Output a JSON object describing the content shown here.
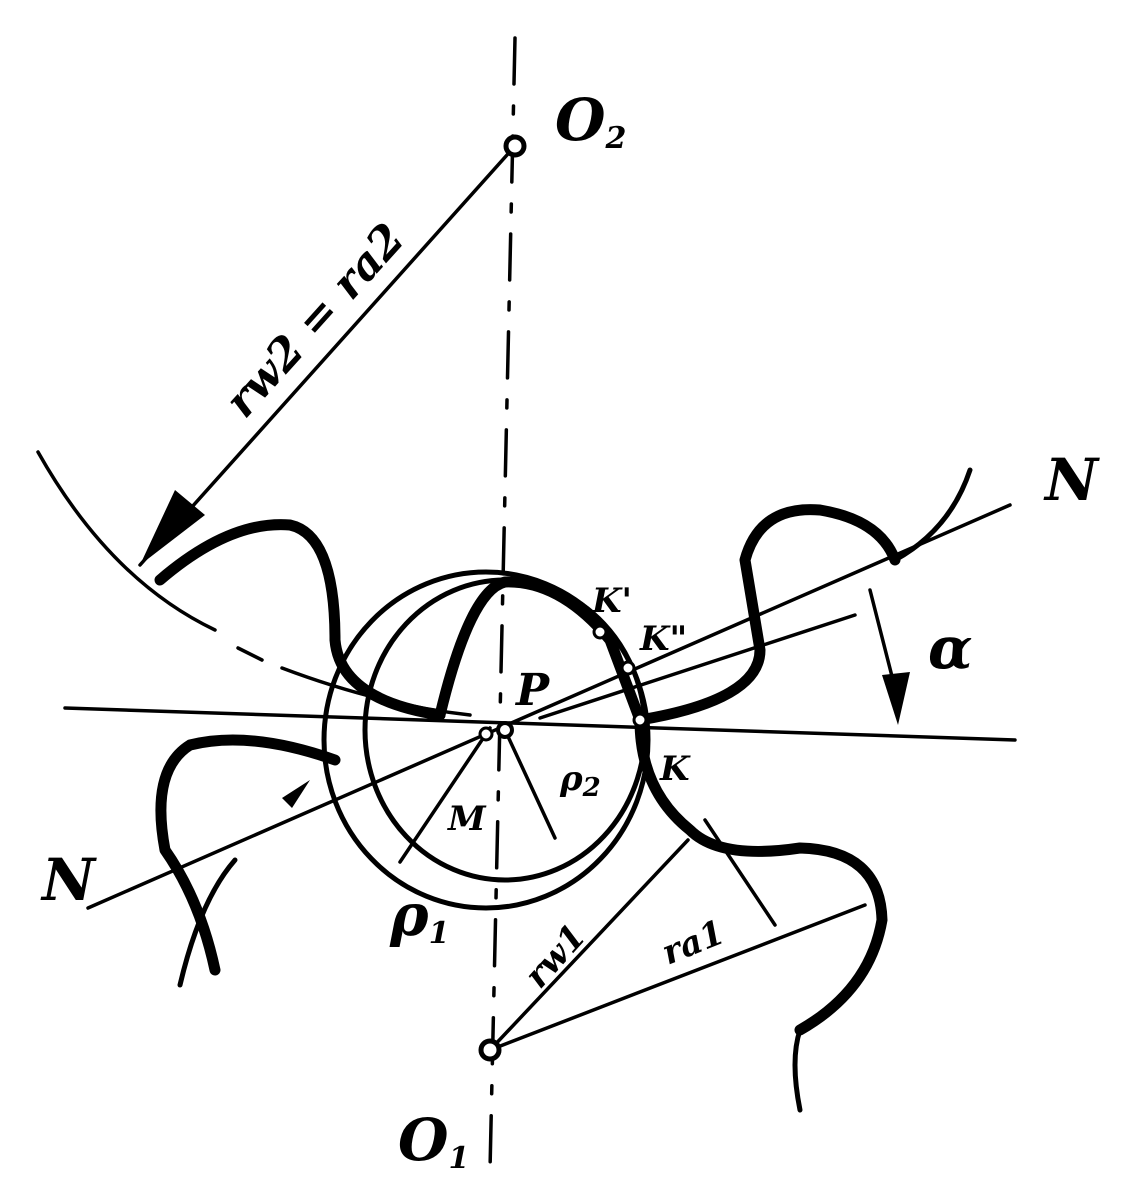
{
  "labels": {
    "o2": "O",
    "o2_sub": "2",
    "o1": "O",
    "o1_sub": "1",
    "p": "P",
    "n_left": "N",
    "n_right": "N",
    "k": "K",
    "k_prime": "K'",
    "k_double": "K\"",
    "m": "M",
    "alpha": "α",
    "rho1": "ρ",
    "rho1_sub": "1",
    "rho2": "ρ",
    "rho2_sub": "2",
    "rw1": "rw1",
    "ra1": "ra1",
    "rw2_eq_ra2": "rw2 = ra2"
  },
  "colors": {
    "line": "#000000",
    "background": "#ffffff"
  }
}
